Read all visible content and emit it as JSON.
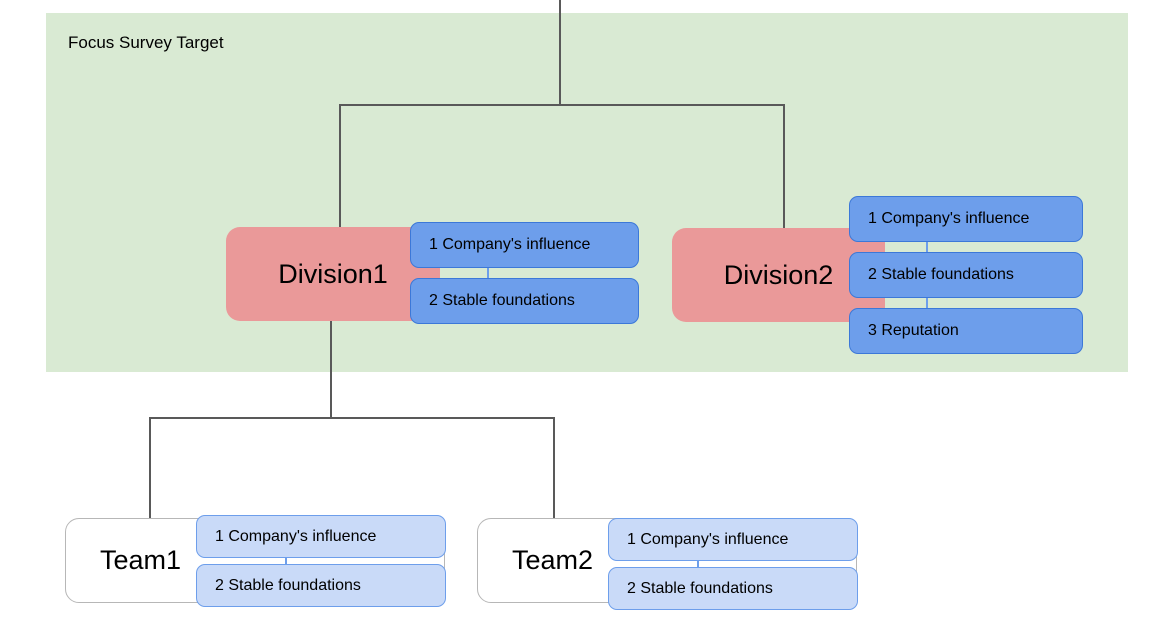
{
  "diagram": {
    "group": {
      "title": "Focus Survey Target"
    },
    "nodes": [
      {
        "id": "division1",
        "label": "Division1",
        "attributes": [
          {
            "label": "1 Company's influence"
          },
          {
            "label": "2 Stable foundations"
          }
        ]
      },
      {
        "id": "division2",
        "label": "Division2",
        "attributes": [
          {
            "label": "1 Company's influence"
          },
          {
            "label": "2 Stable foundations"
          },
          {
            "label": "3 Reputation"
          }
        ]
      },
      {
        "id": "team1",
        "label": "Team1",
        "attributes": [
          {
            "label": "1 Company's influence"
          },
          {
            "label": "2 Stable foundations"
          }
        ]
      },
      {
        "id": "team2",
        "label": "Team2",
        "attributes": [
          {
            "label": "1 Company's influence"
          },
          {
            "label": "2 Stable foundations"
          }
        ]
      }
    ],
    "colors": {
      "group_fill": "#d9ead3",
      "node_primary_fill": "#ea9999",
      "node_secondary_fill": "#ffffff",
      "node_secondary_border": "#b7b7b7",
      "chip_strong_fill": "#6d9eeb",
      "chip_strong_border": "#3c78d8",
      "chip_soft_fill": "#c9daf8",
      "chip_soft_border": "#6d9eeb",
      "connector": "#595959",
      "text": "#000000"
    }
  }
}
